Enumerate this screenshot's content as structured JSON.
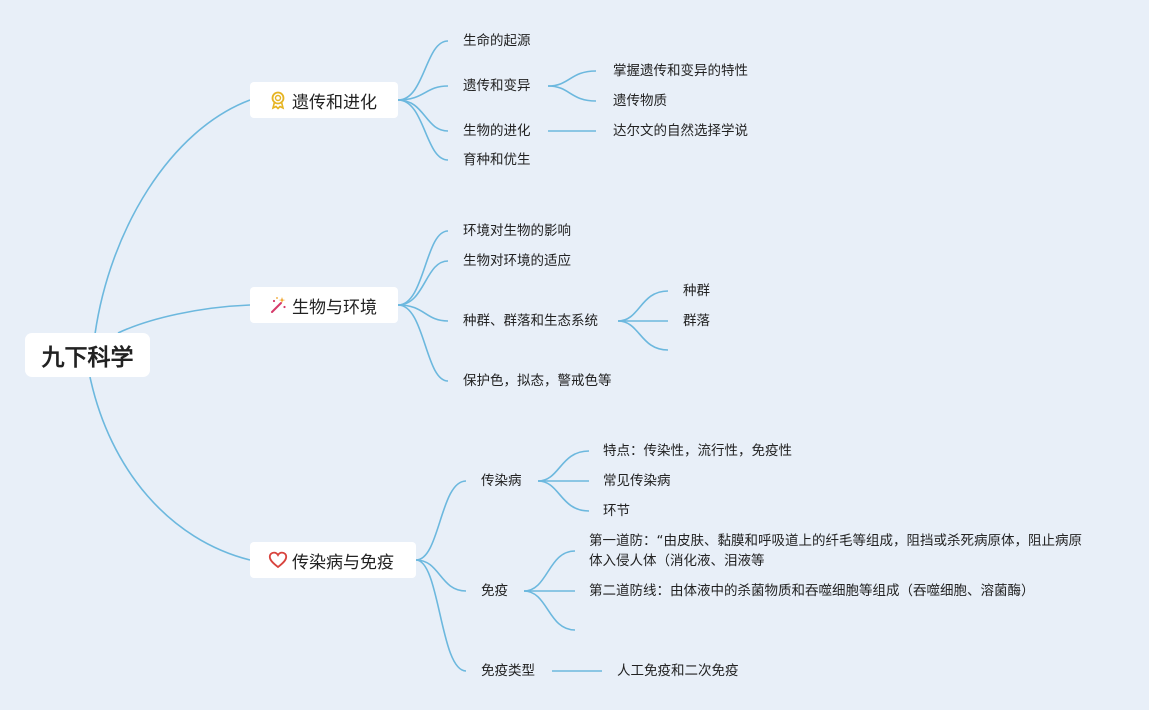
{
  "root": "九下科学",
  "branches": [
    {
      "title": "遗传和进化",
      "icon": "award-icon",
      "children": [
        {
          "label": "生命的起源"
        },
        {
          "label": "遗传和变异",
          "children": [
            "掌握遗传和变异的特性",
            "遗传物质"
          ]
        },
        {
          "label": "生物的进化",
          "children": [
            "达尔文的自然选择学说"
          ]
        },
        {
          "label": "育种和优生"
        }
      ]
    },
    {
      "title": "生物与环境",
      "icon": "magic-wand-icon",
      "children": [
        {
          "label": "环境对生物的影响"
        },
        {
          "label": "生物对环境的适应"
        },
        {
          "label": "种群、群落和生态系统",
          "children": [
            "种群",
            "群落",
            ""
          ]
        },
        {
          "label": "保护色，拟态，警戒色等"
        }
      ]
    },
    {
      "title": "传染病与免疫",
      "icon": "heart-icon",
      "children": [
        {
          "label": "传染病",
          "children": [
            "特点：传染性，流行性，免疫性",
            "常见传染病",
            "环节"
          ]
        },
        {
          "label": "免疫",
          "children": [
            "第一道防：“由皮肤、黏膜和呼吸道上的纤毛等组成，阻挡或杀死病原体，阻止病原体入侵人体（消化液、泪液等",
            "第二道防线：由体液中的杀菌物质和吞噬细胞等组成（吞噬细胞、溶菌酶）",
            ""
          ]
        },
        {
          "label": "免疫类型",
          "children": [
            "人工免疫和二次免疫"
          ]
        }
      ]
    }
  ]
}
